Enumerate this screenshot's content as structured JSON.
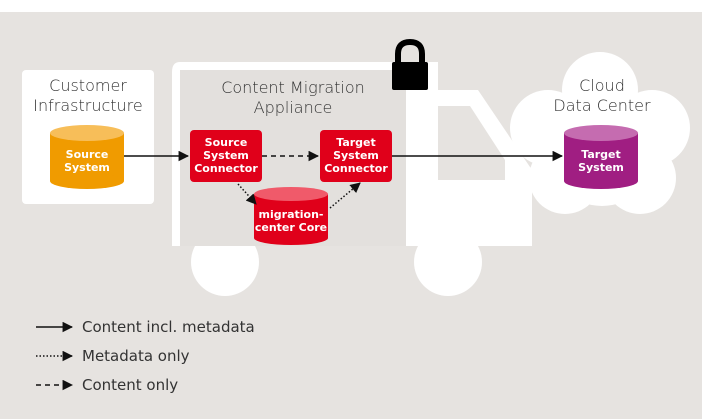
{
  "colors": {
    "background": "#e6e3e0",
    "panel": "#ffffff",
    "appliance": "#e3e0dd",
    "red": "#e0001a",
    "orange": "#f09b00",
    "purple": "#a01e82",
    "arrow": "#111111"
  },
  "customer": {
    "title": [
      "Customer",
      "Infrastructure"
    ],
    "source_system": [
      "Source",
      "System"
    ]
  },
  "appliance": {
    "title": [
      "Content Migration",
      "Appliance"
    ],
    "source_connector": [
      "Source",
      "System",
      "Connector"
    ],
    "target_connector": [
      "Target",
      "System",
      "Connector"
    ],
    "core": [
      "migration-",
      "center Core"
    ],
    "icon": "lock-icon"
  },
  "cloud": {
    "title": [
      "Cloud",
      "Data Center"
    ],
    "target_system": [
      "Target",
      "System"
    ]
  },
  "legend": [
    {
      "label": "Content incl. metadata",
      "style": "solid"
    },
    {
      "label": "Metadata only",
      "style": "dotted"
    },
    {
      "label": "Content only",
      "style": "dashed"
    }
  ]
}
